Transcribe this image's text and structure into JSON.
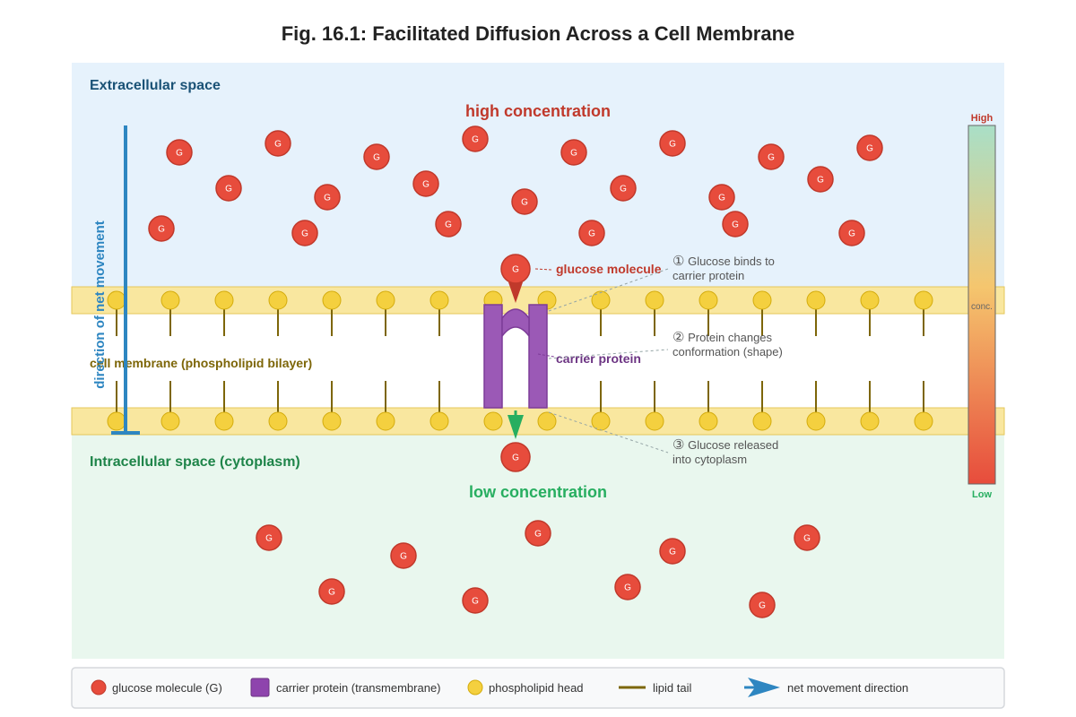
{
  "title": "Fig. 16.1: Facilitated Diffusion Across a Cell Membrane",
  "regions": {
    "extracellular": "Extracellular space",
    "intracellular": "Intracellular space (cytoplasm)",
    "membrane": "cell membrane (phospholipid bilayer)"
  },
  "concentration_labels": {
    "high": "high concentration",
    "low": "low concentration"
  },
  "direction_label": "direction of net movement",
  "molecule_symbol": "G",
  "callouts": {
    "glucose": "glucose molecule",
    "carrier": "carrier protein"
  },
  "steps": [
    {
      "num": "①",
      "line1": "Glucose binds to",
      "line2": "carrier protein"
    },
    {
      "num": "②",
      "line1": "Protein changes",
      "line2": "conformation (shape)"
    },
    {
      "num": "③",
      "line1": "Glucose released",
      "line2": "into cytoplasm"
    }
  ],
  "gradient_bar": {
    "high": "High",
    "mid": "conc.",
    "low": "Low"
  },
  "legend": {
    "glucose": "glucose molecule (G)",
    "carrier": "carrier protein (transmembrane)",
    "head": "phospholipid head",
    "tail": "lipid tail",
    "arrow": "net movement direction"
  },
  "colors": {
    "glucose": "#e74c3c",
    "carrier": "#9b59b6",
    "head": "#f4d03f",
    "tail": "#7d6608",
    "extracellular_bg": "#e6f2fc",
    "intracellular_bg": "#e9f7ee",
    "arrow": "#2e86c1",
    "high_text": "#c0392b",
    "low_text": "#27ae60"
  }
}
